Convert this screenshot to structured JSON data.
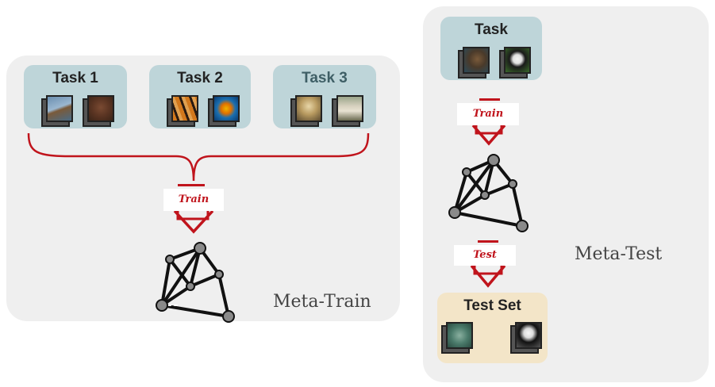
{
  "meta_train": {
    "label": "Meta-Train",
    "tasks": [
      {
        "title": "Task 1",
        "images": [
          "bird-photo",
          "dog-photo"
        ]
      },
      {
        "title": "Task 2",
        "images": [
          "tiger-photo",
          "fish-photo"
        ]
      },
      {
        "title": "Task 3",
        "images": [
          "monkey-photo",
          "sheep-photo"
        ]
      }
    ],
    "arrow_label": "Train"
  },
  "meta_test": {
    "label": "Meta-Test",
    "task": {
      "title": "Task",
      "images": [
        "otter-photo",
        "panda-photo"
      ]
    },
    "train_label": "Train",
    "test_label": "Test",
    "test_set": {
      "title": "Test Set",
      "images": [
        "otter-photo",
        "panda-photo"
      ]
    }
  },
  "colors": {
    "panel": "#efefef",
    "task_box": "#bed5d9",
    "test_set_box": "#f3e5c8",
    "arrow": "#c0141c",
    "node": "#8a8a8a",
    "edge": "#111111"
  }
}
